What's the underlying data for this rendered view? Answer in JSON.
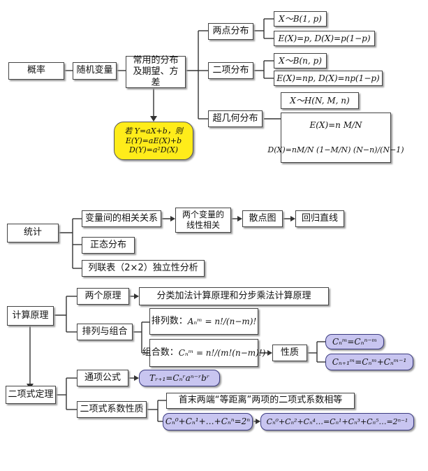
{
  "prob": {
    "root": "概率",
    "rv": "随机变量",
    "dist": "常用的分布及期望、方差",
    "two_point": "两点分布",
    "tp_f1": "X～B(1, p)",
    "tp_f2": "E(X)=p, D(X)=p(1−p)",
    "binomial": "二项分布",
    "bi_f1": "X～B(n, p)",
    "bi_f2": "E(X)=np, D(X)=np(1−p)",
    "hyper": "超几何分布",
    "hy_f1": "X～H(N, M, n)",
    "hy_f2": "E(X)=n M/N",
    "hy_f3": "D(X)=nM/N (1−M/N) (N−n)/(N−1)",
    "lin_1": "若 Y=aX+b，则",
    "lin_2": "E(Y)=aE(X)+b",
    "lin_3": "D(Y)=a²D(X)"
  },
  "stats": {
    "root": "统计",
    "corr": "变量间的相关关系",
    "two_var": "两个变量的线性相关",
    "scatter": "散点图",
    "regress": "回归直线",
    "normal": "正态分布",
    "contingency": "列联表（2×2）独立性分析"
  },
  "counting": {
    "root": "计算原理",
    "two_principles": "两个原理",
    "principles_text": "分类加法计算原理和分步乘法计算原理",
    "perm_comb": "排列与组合",
    "perm_label": "排列数：",
    "perm_formula": "Aₙᵐ = n!/(n−m)!",
    "comb_label": "组合数：",
    "comb_formula": "Cₙᵐ = n!/(m!(n−m)!)",
    "property": "性质",
    "prop_1": "Cₙᵐ=Cₙⁿ⁻ᵐ",
    "prop_2": "Cₙ₊₁ᵐ=Cₙᵐ+Cₙᵐ⁻¹"
  },
  "binom": {
    "root": "二项式定理",
    "general_term": "通项公式",
    "general_formula": "Tᵣ₊₁=Cₙʳaⁿ⁻ʳbʳ",
    "coef_prop": "二项式系数性质",
    "equal_distance": "首末两端“等距离”两项的二项式系数相等",
    "sum_all": "Cₙ⁰+Cₙ¹+…+Cₙⁿ=2ⁿ",
    "sum_alt": "Cₙ⁰+Cₙ²+Cₙ⁴…=Cₙ¹+Cₙ³+Cₙ⁵…=2ⁿ⁻¹"
  }
}
